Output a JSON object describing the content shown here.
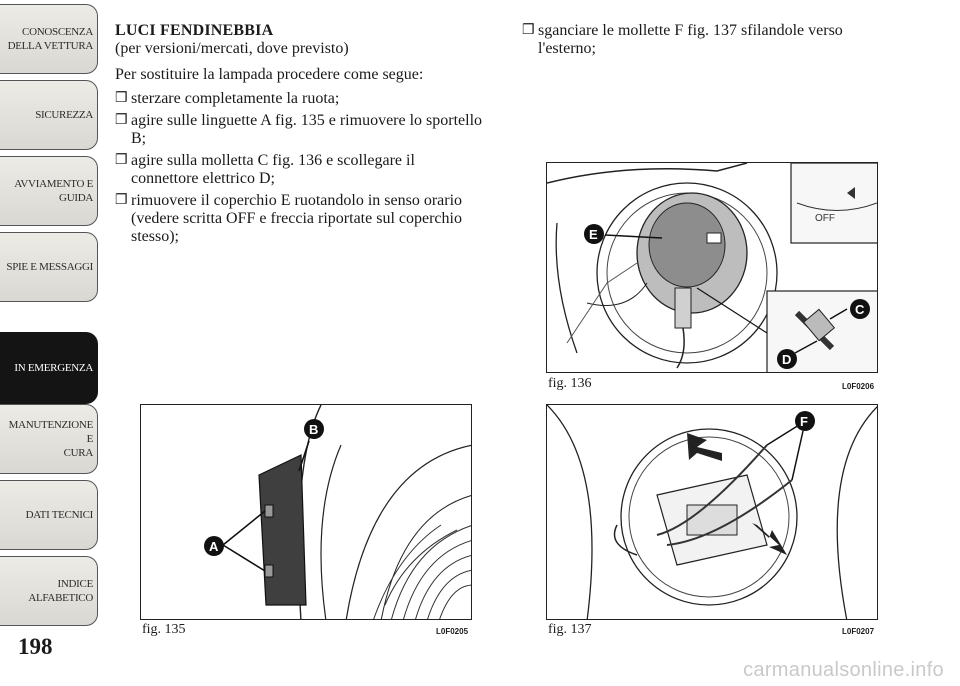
{
  "sidebar": {
    "tabs": [
      {
        "label": "CONOSCENZA\nDELLA VETTURA",
        "active": false
      },
      {
        "label": "SICUREZZA",
        "active": false
      },
      {
        "label": "AVVIAMENTO E\nGUIDA",
        "active": false
      },
      {
        "label": "SPIE E MESSAGGI",
        "active": false
      },
      {
        "label": "IN EMERGENZA",
        "active": true
      },
      {
        "label": "MANUTENZIONE E\nCURA",
        "active": false
      },
      {
        "label": "DATI TECNICI",
        "active": false
      },
      {
        "label": "INDICE\nALFABETICO",
        "active": false
      }
    ]
  },
  "page_number": "198",
  "section": {
    "title": "LUCI FENDINEBBIA",
    "subtitle": "(per versioni/mercati, dove previsto)",
    "intro": "Per sostituire la lampada procedere come segue:",
    "bullet": "❒",
    "steps": [
      "sterzare completamente la ruota;",
      "agire sulle linguette A fig. 135 e rimuovere lo sportello B;",
      "agire sulla molletta C fig. 136 e scollegare il connettore elettrico D;",
      " rimuovere il coperchio E ruotandolo in senso orario (vedere scritta OFF e freccia riportate sul coperchio stesso);"
    ],
    "right_steps": [
      "sganciare le mollette F fig. 137 sfilandole verso l'esterno;"
    ]
  },
  "figures": {
    "fig135": {
      "caption": "fig. 135",
      "code": "L0F0205",
      "callouts": [
        "A",
        "B"
      ]
    },
    "fig136": {
      "caption": "fig. 136",
      "code": "L0F0206",
      "callouts": [
        "E",
        "C",
        "D"
      ],
      "inset_text": "OFF"
    },
    "fig137": {
      "caption": "fig. 137",
      "code": "L0F0207",
      "callouts": [
        "F"
      ]
    }
  },
  "watermark": "carmanualsonline.info"
}
